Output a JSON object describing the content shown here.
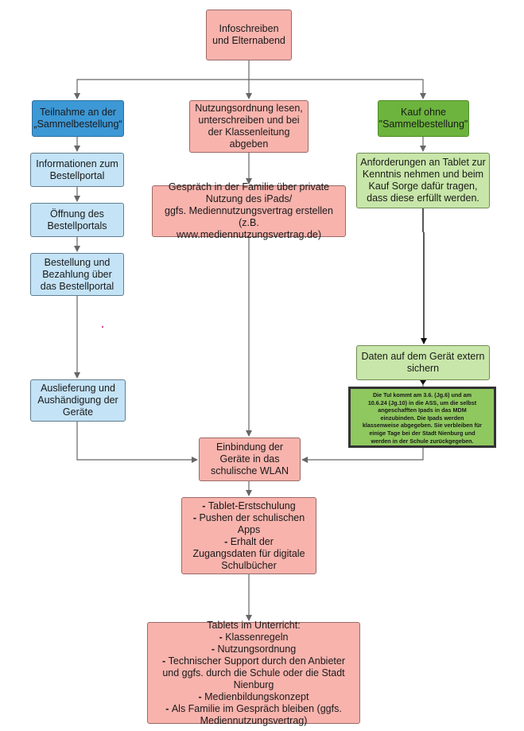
{
  "nodes": {
    "info": {
      "lines": [
        "Infoschreiben",
        "und Elternabend"
      ]
    },
    "teilnahme": {
      "lines": [
        "Teilnahme an der",
        "„Sammelbestellung“"
      ]
    },
    "nutzung": {
      "lines": [
        "Nutzungsordnung lesen,",
        "unterschreiben und bei",
        "der Klassenleitung",
        "abgeben"
      ]
    },
    "kauf": {
      "lines": [
        "Kauf ohne",
        "\"Sammelbestellung\""
      ]
    },
    "infoportal": {
      "lines": [
        "Informationen zum",
        "Bestellportal"
      ]
    },
    "gespraech": {
      "lines": [
        "Gespräch in der Familie über private",
        "Nutzung des iPads/",
        "ggfs. Mediennutzungsvertrag erstellen (z.B.",
        "www.mediennutzungsvertrag.de)"
      ]
    },
    "anforderungen": {
      "lines": [
        "Anforderungen an Tablet zur",
        "Kenntnis nehmen und beim",
        "Kauf Sorge dafür tragen,",
        "dass diese erfüllt werden."
      ]
    },
    "oeffnung": {
      "lines": [
        "Öffnung des",
        "Bestellportals"
      ]
    },
    "bestellung": {
      "lines": [
        "Bestellung und",
        "Bezahlung über",
        "das Bestellportal"
      ]
    },
    "daten": {
      "lines": [
        "Daten auf dem Gerät extern",
        "sichern"
      ]
    },
    "auslieferung": {
      "lines": [
        "Auslieferung und",
        "Aushändigung der",
        "Geräte"
      ]
    },
    "einbindung": {
      "lines": [
        "Einbindung der",
        "Geräte in das",
        "schulische WLAN"
      ]
    },
    "schulung": {
      "bullets": [
        "Tablet-Erstschulung",
        "Pushen der schulischen Apps",
        "Erhalt der Zugangsdaten für digitale Schulbücher"
      ]
    },
    "unterricht": {
      "heading": "Tablets im Unterricht:",
      "bullets": [
        "Klassenregeln",
        "Nutzungsordnung",
        "Technischer Support durch den Anbieter und ggfs. durch die Schule oder die Stadt Nienburg",
        "Medienbildungskonzept",
        "Als Familie im Gespräch bleiben (ggfs. Mediennutzungsvertrag)"
      ]
    }
  },
  "note": {
    "lines": [
      "Die TuI kommt am 3.6. (Jg.6) und am",
      "10.6.24 (Jg.10) in die ASS, um die selbst",
      "angeschafften Ipads in das MDM",
      "einzubinden. Die Ipads werden",
      "klassenweise abgegeben. Sie verbleiben für",
      "einige Tage bei der Stadt Nienburg und",
      "werden in der Schule zurückgegeben."
    ]
  },
  "colors": {
    "pink": "#f8b3ad",
    "light_blue": "#c4e3f6",
    "blue": "#3d98d6",
    "light_green": "#c8e6a9",
    "green": "#6cb43d",
    "note_green": "#8fc85f",
    "connector": "#666666"
  }
}
